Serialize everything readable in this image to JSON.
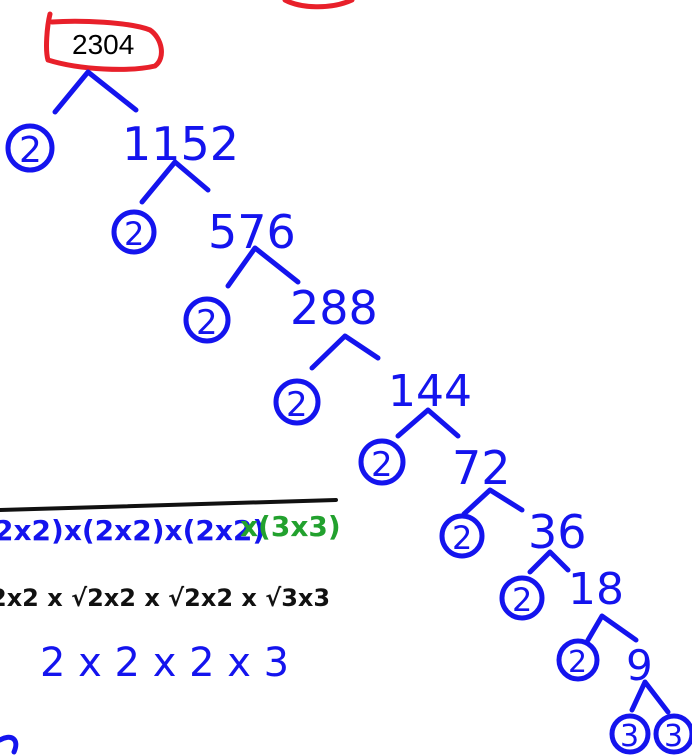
{
  "root": "2304",
  "tree": [
    {
      "prime": "2",
      "quotient": "1152"
    },
    {
      "prime": "2",
      "quotient": "576"
    },
    {
      "prime": "2",
      "quotient": "288"
    },
    {
      "prime": "2",
      "quotient": "144"
    },
    {
      "prime": "2",
      "quotient": "72"
    },
    {
      "prime": "2",
      "quotient": "36"
    },
    {
      "prime": "2",
      "quotient": "18"
    },
    {
      "prime": "2",
      "quotient": "9"
    },
    {
      "prime": "3",
      "quotient": "3"
    }
  ],
  "work": {
    "line1_blue": "2x2)x(2x2)x(2x2)",
    "line1_green": "x(3x3)",
    "line2": "2x2 x √2x2 x √2x2 x √3x3",
    "line3": "2  x 2  x 2  x 3"
  },
  "colors": {
    "ink_blue": "#1414ee",
    "ink_red": "#e8202a",
    "ink_green": "#22a12e",
    "ink_black": "#111111"
  }
}
